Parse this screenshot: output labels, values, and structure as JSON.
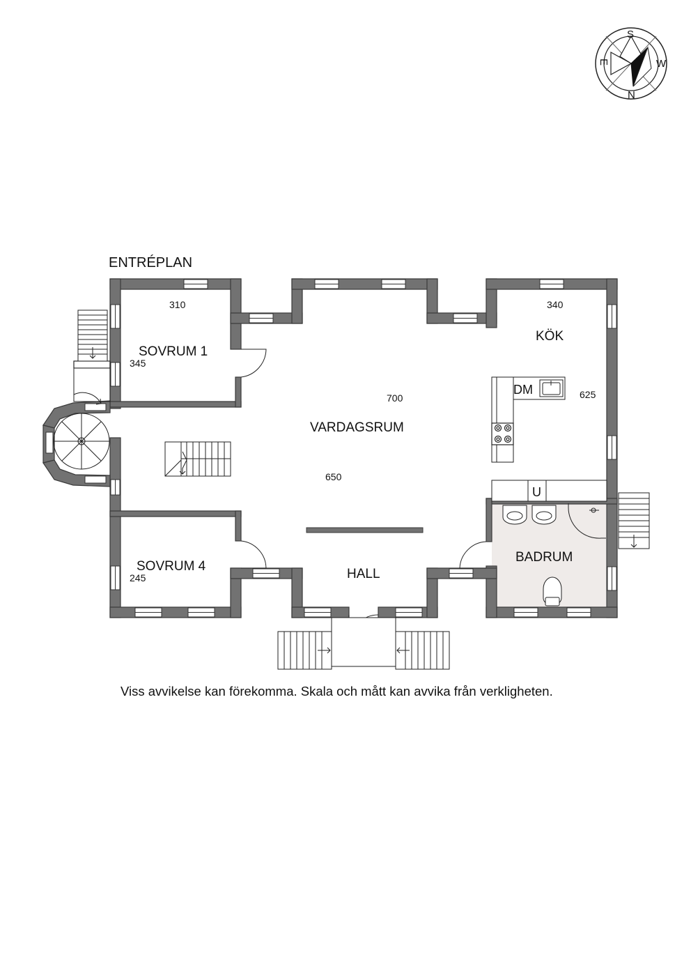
{
  "compass": {
    "s": "S",
    "w": "W",
    "n": "N",
    "e": "E"
  },
  "floor_title": "ENTRÉPLAN",
  "rooms": {
    "sovrum1": {
      "name": "SOVRUM 1",
      "dim_w": "310",
      "dim_h": "345"
    },
    "sovrum4": {
      "name": "SOVRUM 4",
      "dim_h": "245"
    },
    "vardagsrum": {
      "name": "VARDAGSRUM",
      "dim_w": "700",
      "dim_h": "650"
    },
    "kok": {
      "name": "KÖK",
      "dim_w": "340",
      "dim_h": "625",
      "dm": "DM",
      "u": "U"
    },
    "badrum": {
      "name": "BADRUM"
    },
    "hall": {
      "name": "HALL"
    }
  },
  "disclaimer": "Viss avvikelse kan förekomma. Skala och mått kan avvika från verkligheten.",
  "colors": {
    "wall": "#727272",
    "wall_stroke": "#3a3a3a",
    "badrum_floor": "#efebe9",
    "ink": "#111111"
  }
}
